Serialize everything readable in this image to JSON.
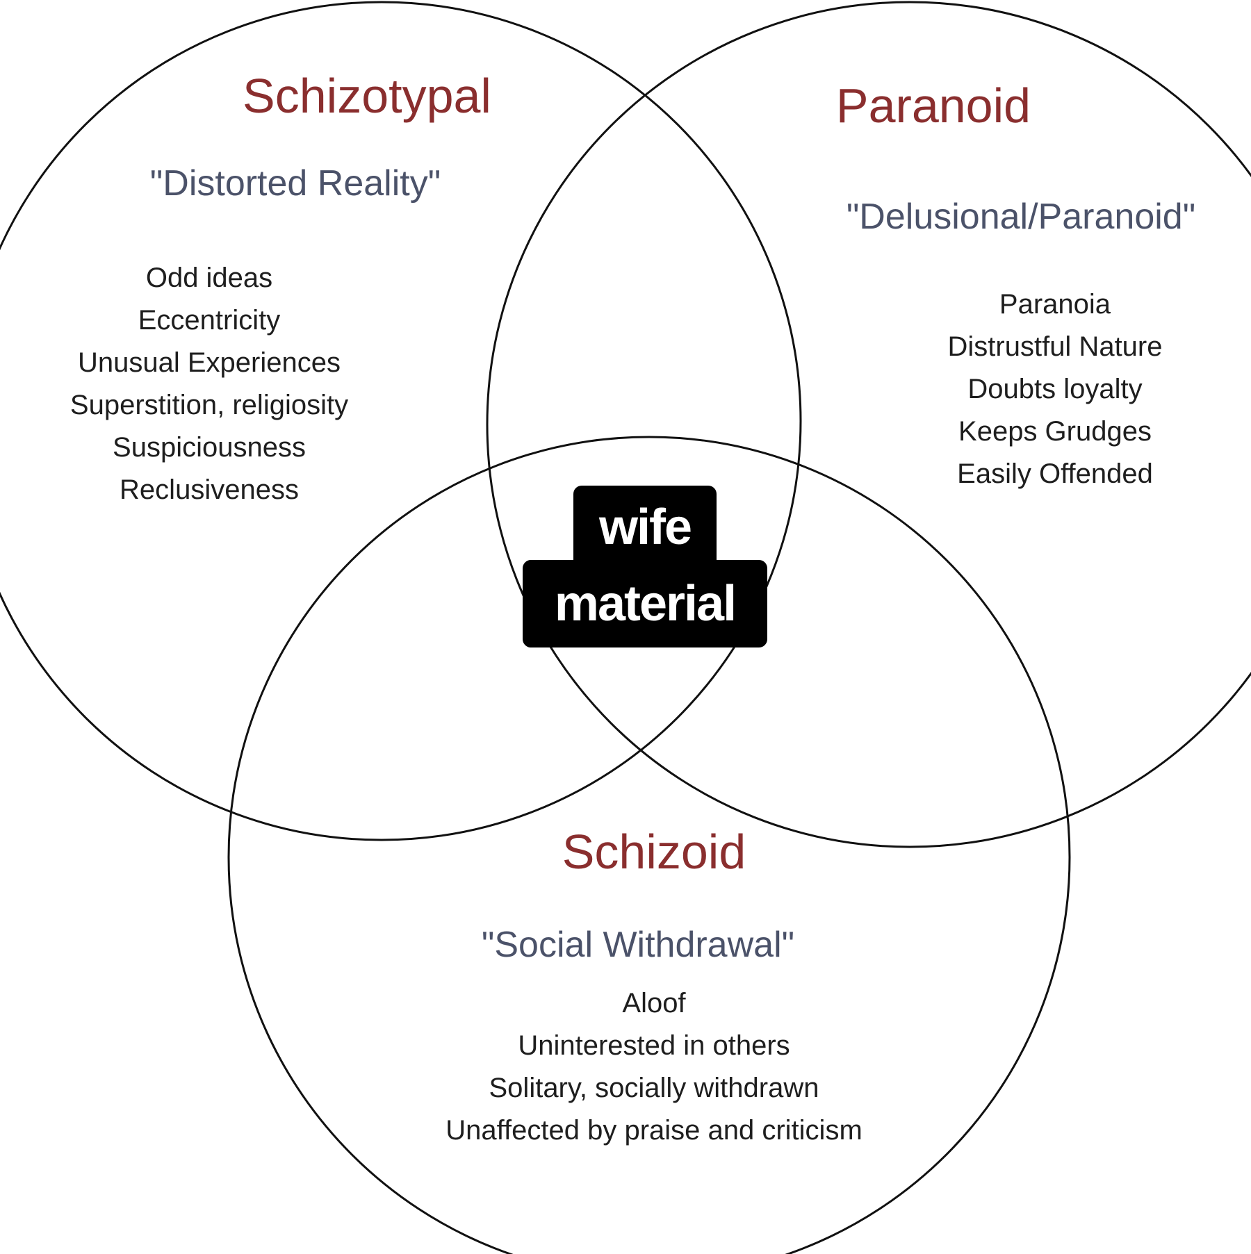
{
  "sets": [
    {
      "title": "Schizotypal",
      "subtitle": "\"Distorted Reality\"",
      "traits": [
        "Odd ideas",
        "Eccentricity",
        "Unusual Experiences",
        "Superstition, religiosity",
        "Suspiciousness",
        "Reclusiveness"
      ]
    },
    {
      "title": "Paranoid",
      "subtitle": "\"Delusional/Paranoid\"",
      "traits": [
        "Paranoia",
        "Distrustful Nature",
        "Doubts loyalty",
        "Keeps Grudges",
        "Easily Offended"
      ]
    },
    {
      "title": "Schizoid",
      "subtitle": "\"Social Withdrawal\"",
      "traits": [
        "Aloof",
        "Uninterested in others",
        "Solitary, socially withdrawn",
        "Unaffected by praise and criticism"
      ]
    }
  ],
  "center_label": {
    "line1": "wife",
    "line2": "material"
  },
  "colors": {
    "title": "#8a2e2e",
    "subtitle": "#4b5269",
    "text": "#1e1e1e",
    "stroke": "#111111"
  }
}
